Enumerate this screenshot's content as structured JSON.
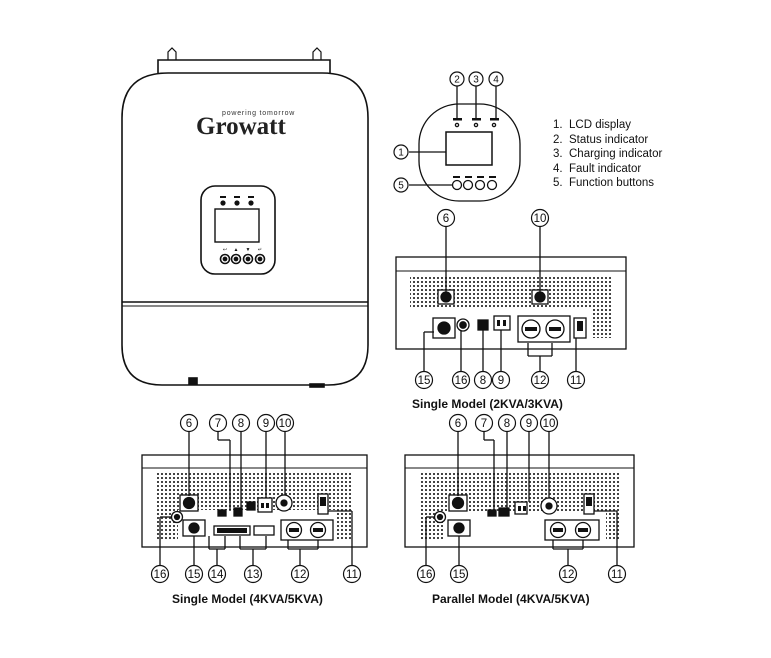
{
  "brand": {
    "logo_text": "Growatt",
    "tagline": "powering tomorrow"
  },
  "front_panel": {
    "button_symbols": [
      "↩",
      "▲",
      "▼",
      "↵"
    ]
  },
  "legend": [
    {
      "num": "1",
      "text": "LCD display"
    },
    {
      "num": "2",
      "text": "Status indicator"
    },
    {
      "num": "3",
      "text": "Charging indicator"
    },
    {
      "num": "4",
      "text": "Fault indicator"
    },
    {
      "num": "5",
      "text": "Function buttons"
    }
  ],
  "captions": {
    "single_small": "Single Model (2KVA/3KVA)",
    "single_large": "Single Model (4KVA/5KVA)",
    "parallel": "Parallel Model (4KVA/5KVA)"
  },
  "callouts": {
    "panel": [
      "2",
      "3",
      "4",
      "1",
      "5"
    ],
    "single_small": [
      "6",
      "10",
      "15",
      "16",
      "8",
      "9",
      "12",
      "11"
    ],
    "single_large": [
      "6",
      "7",
      "8",
      "9",
      "10",
      "16",
      "15",
      "14",
      "13",
      "12",
      "11"
    ],
    "parallel": [
      "6",
      "7",
      "8",
      "9",
      "10",
      "16",
      "15",
      "12",
      "11"
    ]
  }
}
